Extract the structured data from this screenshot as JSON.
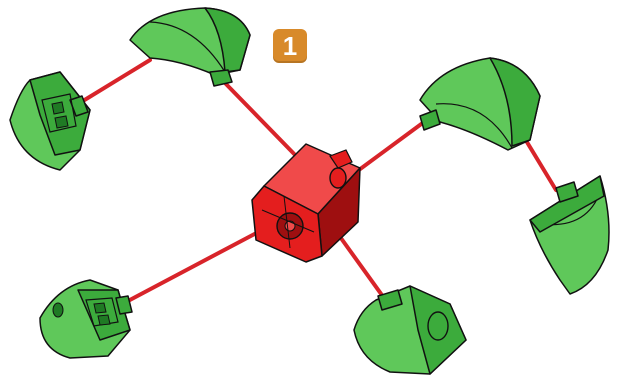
{
  "step": {
    "number": "1"
  },
  "colors": {
    "badge": "#d88a2a",
    "connector": "#d8242a",
    "hub_face": "#e41e1e",
    "hub_dark": "#9e0f10",
    "hub_light": "#f04a4a",
    "piece_face": "#3cab3c",
    "piece_light": "#5fc85a",
    "piece_dark": "#1f7a24",
    "outline": "#111111"
  },
  "parts": {
    "hub": "red-connector-cube",
    "pieces": [
      "green-quarter-round-top",
      "green-quarter-round-left",
      "green-quarter-round-right",
      "green-quarter-round-far-right",
      "green-quarter-round-bottom-left",
      "green-quarter-round-bottom"
    ]
  }
}
